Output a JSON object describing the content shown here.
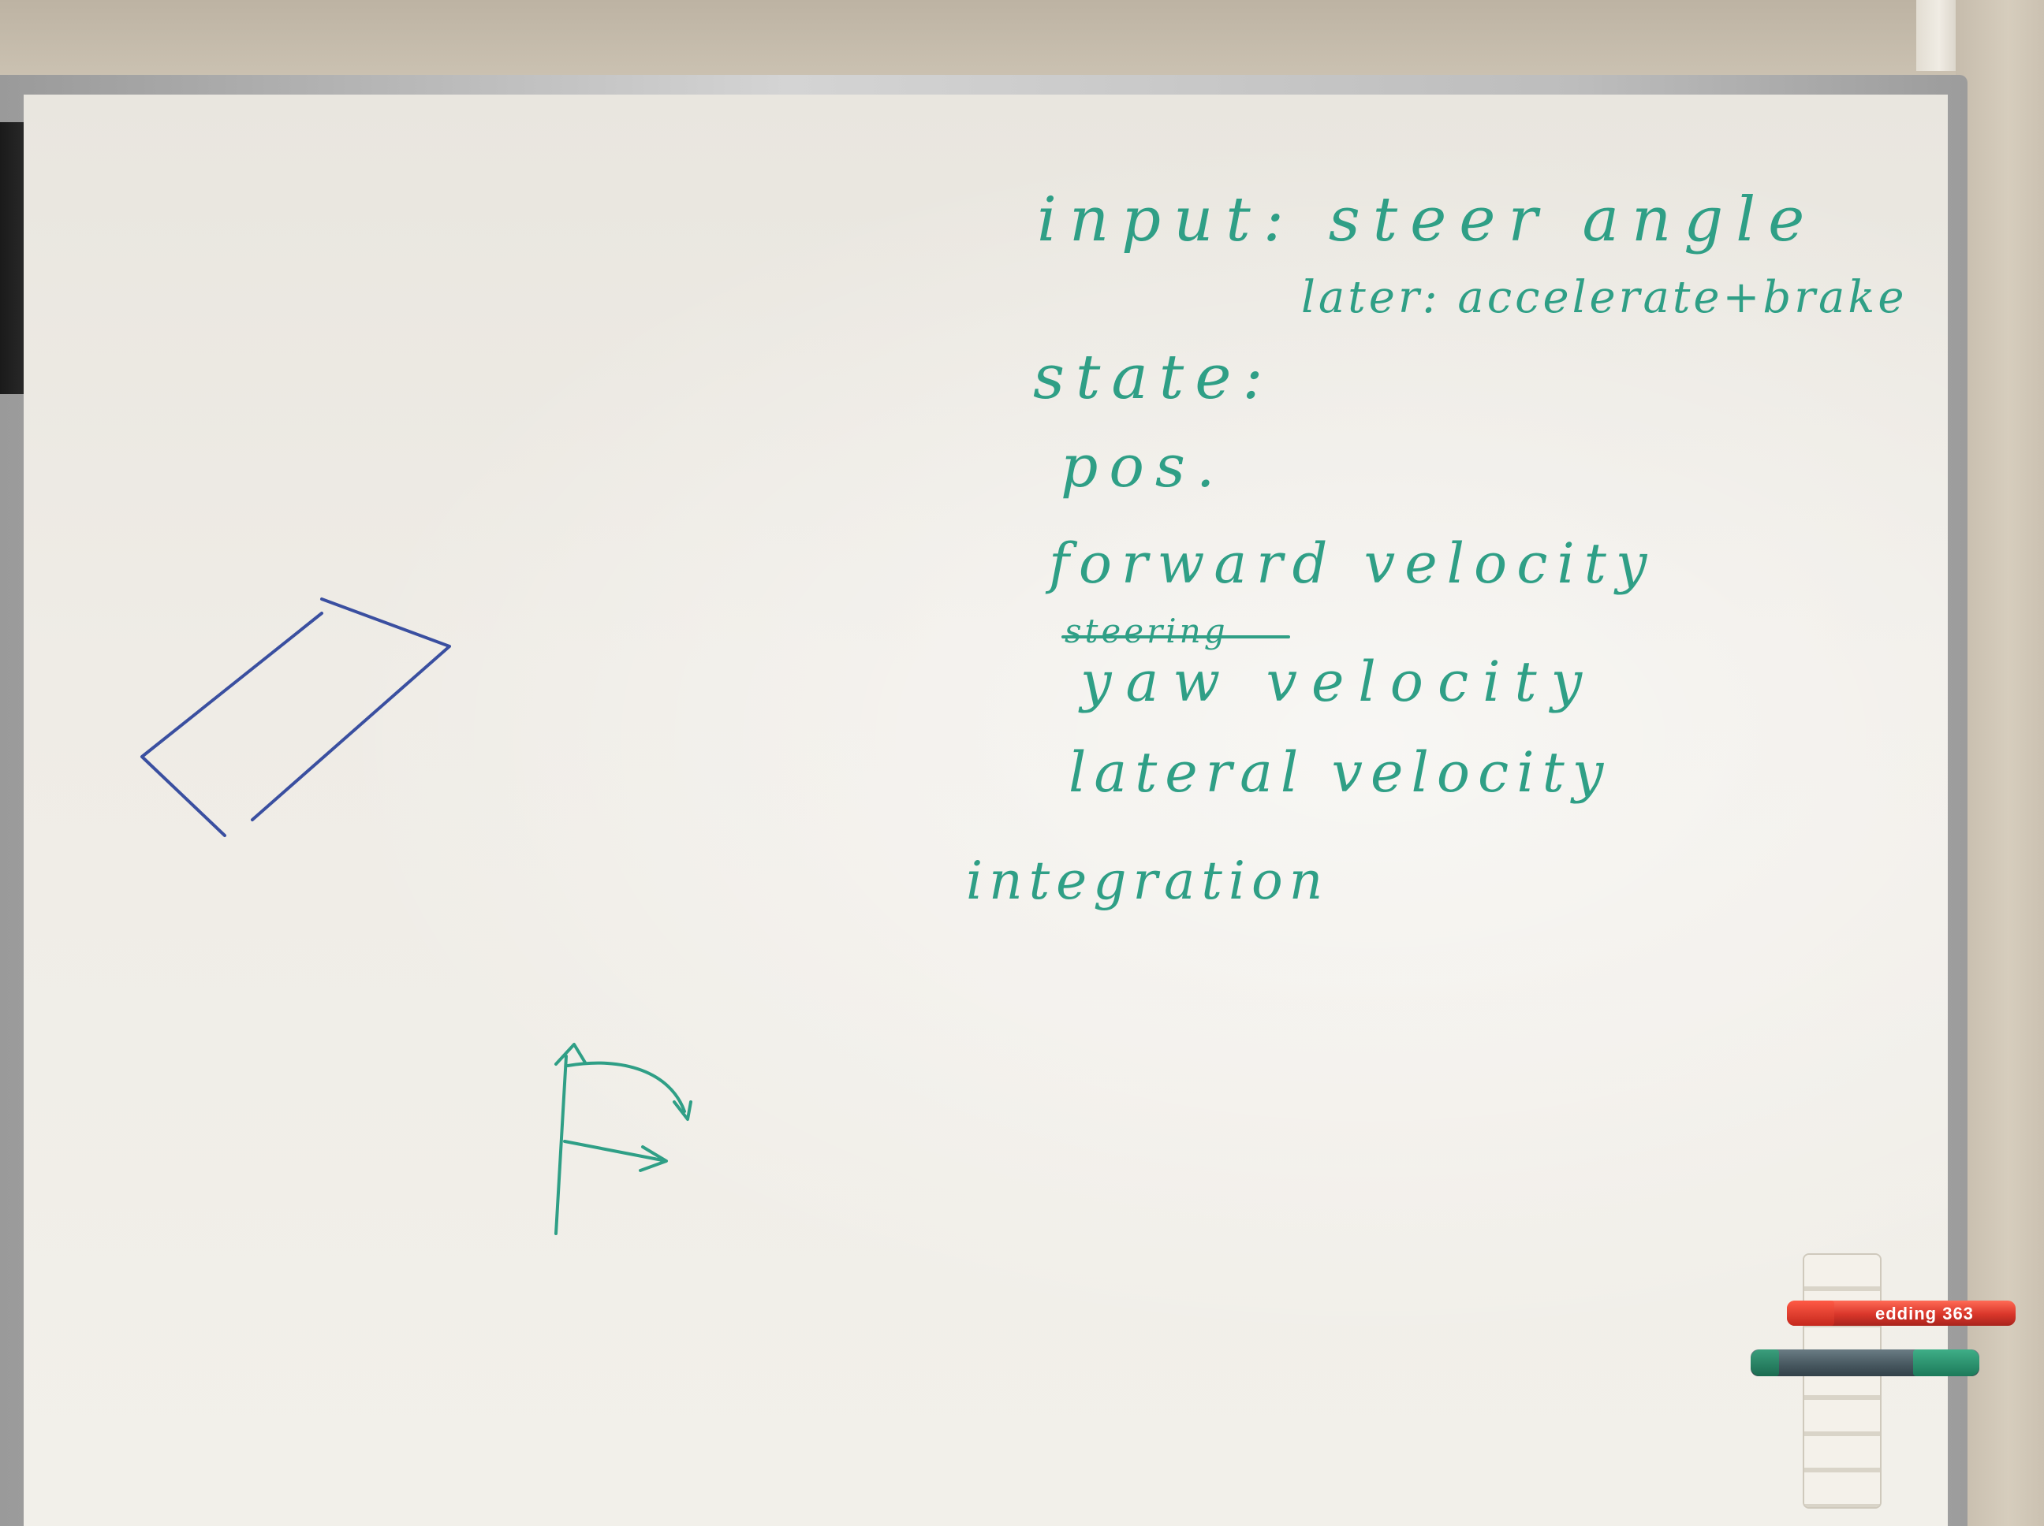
{
  "scene": {
    "subject": "whiteboard"
  },
  "whiteboard": {
    "lines": {
      "input": "input: steer angle",
      "later": "later: accelerate+brake",
      "state": "state:",
      "pos": "pos.",
      "forward": "forward velocity",
      "steering": "steering",
      "yaw": "yaw velocity",
      "lateral": "lateral velocity",
      "integration": "integration"
    },
    "ink_color": "#2f9f86",
    "sketch_color": "#3a4fa0"
  },
  "marker_tray": {
    "red_marker_label": "edding 363",
    "red_marker_color": "#d9362a",
    "green_marker_color": "#2a8f6c"
  }
}
